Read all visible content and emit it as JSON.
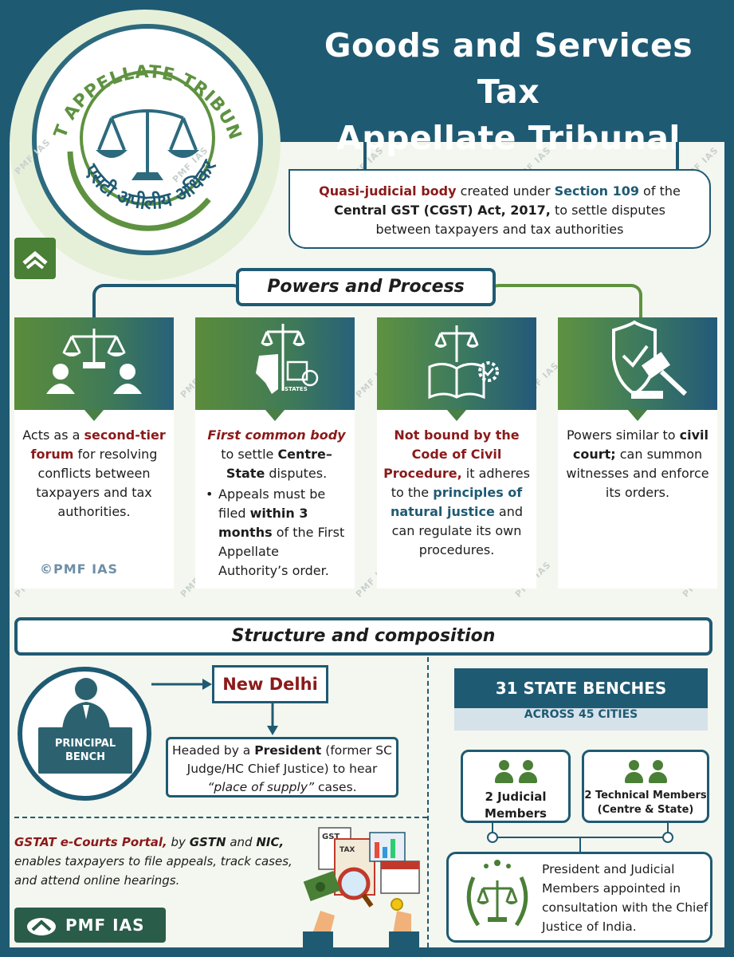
{
  "header": {
    "title_line1": "Goods and Services Tax",
    "title_line2": "Appellate Tribunal (GSTAT)"
  },
  "seal": {
    "arc_text": "GST APPELLATE TRIBUNAL",
    "hindi_text": "जीएसटी अपीलीय अधिकरण"
  },
  "intro": {
    "p1": "Quasi-judicial body",
    "p2": " created under ",
    "p3": "Section 109",
    "p4": " of the ",
    "p5": "Central GST (CGST) Act, 2017,",
    "p6": " to settle disputes between taxpayers and tax authorities"
  },
  "powers": {
    "title": "Powers and Process",
    "cards": [
      {
        "a": "Acts as a ",
        "b": "second-tier forum",
        "c": " for resolving conflicts between taxpayers and tax authorities."
      },
      {
        "a": "First common body",
        "b": " to settle ",
        "c": "Centre–State",
        "d": " disputes.",
        "e": "Appeals must be filed ",
        "f": "within 3 months",
        "g": " of the First Appellate Authority’s order.",
        "states_label": "STATES"
      },
      {
        "a": "Not bound by the Code of Civil Procedure,",
        "b": " it adheres to the ",
        "c": "principles of natural justice",
        "d": " and can regulate its own procedures."
      },
      {
        "a": "Powers similar to ",
        "b": "civil court;",
        "c": " can summon witnesses and enforce its orders."
      }
    ],
    "copyright": "©PMF IAS"
  },
  "structure": {
    "title": "Structure and composition",
    "principal_bench": "PRINCIPAL BENCH",
    "new_delhi": "New Delhi",
    "headed_a": "Headed by a ",
    "headed_b": "President",
    "headed_c": " (former SC Judge/HC Chief Justice) to hear ",
    "headed_d": "“place of supply”",
    "headed_e": " cases.",
    "state_benches": "31 STATE BENCHES",
    "across": "ACROSS 45 CITIES",
    "judicial": "2 Judicial Members",
    "technical": "2 Technical Members",
    "technical_sub": "(Centre & State)",
    "appointed": "President and Judicial Members appointed in consultation with the Chief Justice of India.",
    "ecourt_a": "GSTAT e-Courts Portal,",
    "ecourt_b": " by ",
    "ecourt_c": "GSTN",
    "ecourt_d": " and ",
    "ecourt_e": "NIC,",
    "ecourt_f": " enables taxpayers to file appeals, track cases, and attend online hearings.",
    "illus_gst": "GST",
    "illus_tax": "TAX",
    "pmf_badge": "PMF IAS"
  },
  "watermark": "PMF IAS",
  "colors": {
    "navy": "#1f5a73",
    "green": "#5e9240",
    "maroon": "#8b1a1a"
  }
}
